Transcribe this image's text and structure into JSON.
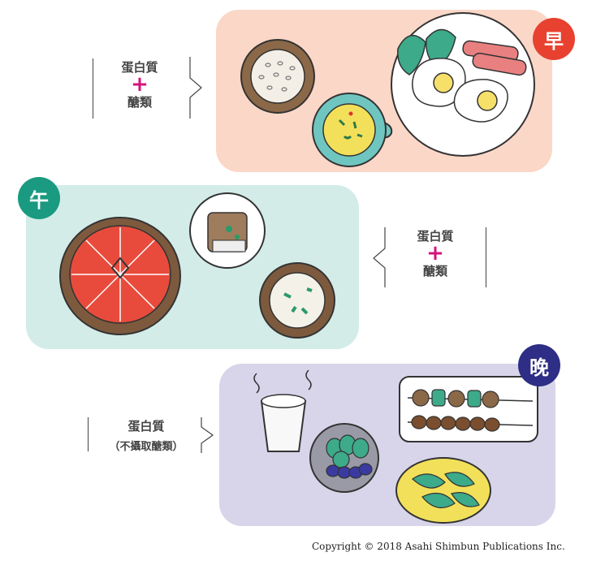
{
  "colors": {
    "breakfast_panel": "#fbd7c8",
    "lunch_panel": "#d3ece8",
    "dinner_panel": "#d8d5ea",
    "breakfast_badge": "#e8412f",
    "lunch_badge": "#1a9a80",
    "dinner_badge": "#2e2e86",
    "plus": "#d4147d"
  },
  "breakfast": {
    "badge": "早",
    "label_line1": "蛋白質",
    "plus": "+",
    "label_line2": "醣類"
  },
  "lunch": {
    "badge": "午",
    "label_line1": "蛋白質",
    "plus": "+",
    "label_line2": "醣類"
  },
  "dinner": {
    "badge": "晚",
    "label_line1": "蛋白質",
    "label_line2": "（不攝取醣類）"
  },
  "copyright": "Copyright © 2018 Asahi Shimbun Publications Inc."
}
